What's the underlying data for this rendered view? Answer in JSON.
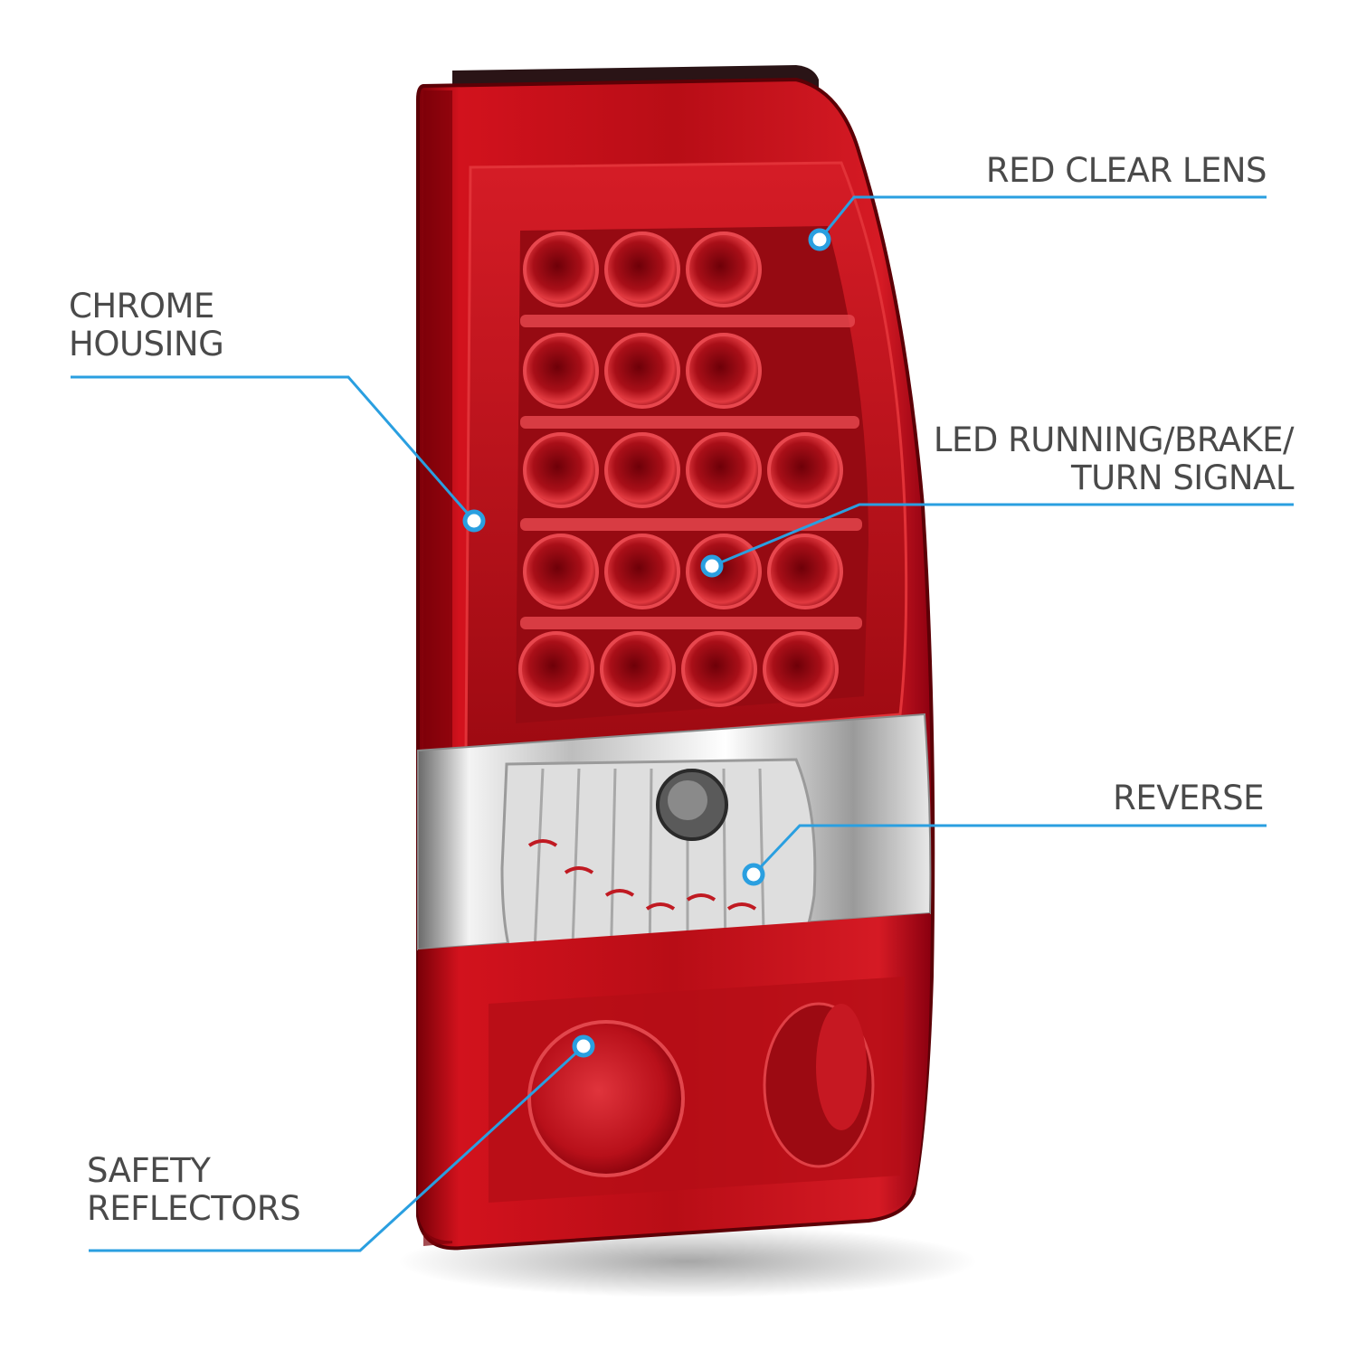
{
  "callouts": {
    "red_clear_lens": {
      "line1": "RED CLEAR LENS"
    },
    "led": {
      "line1": "LED RUNNING/BRAKE/",
      "line2": "TURN SIGNAL"
    },
    "reverse": {
      "line1": "REVERSE"
    },
    "chrome_housing": {
      "line1": "CHROME",
      "line2": "HOUSING"
    },
    "safety_reflectors": {
      "line1": "SAFETY",
      "line2": "REFLECTORS"
    }
  },
  "colors": {
    "callout_line": "#2a9fe0",
    "label_text": "#4a4a4a",
    "lens_red": "#c8101a"
  }
}
